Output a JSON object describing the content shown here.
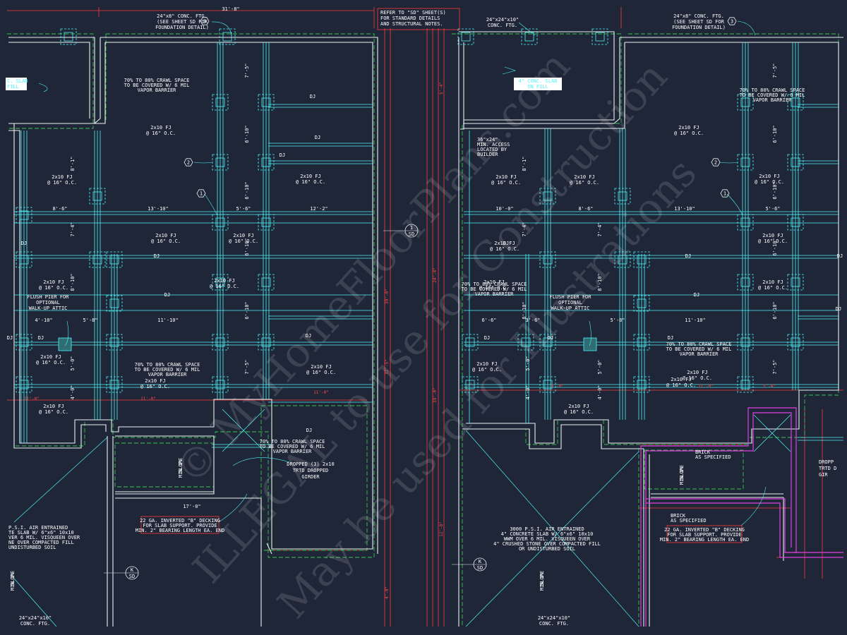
{
  "colors": {
    "background": "#1f2638",
    "cyan": "#4ff3f6",
    "white": "#e8f0f0",
    "green": "#38c24a",
    "red": "#ff3a3a",
    "magenta": "#e040e0"
  },
  "top": {
    "note_refer": [
      "REFER TO \"SD\" SHEET(S)",
      "FOR STANDARD DETAILS",
      "AND STRUCTURAL NOTES."
    ],
    "ftg_left": [
      "24\"x8\" CONC. FTG.",
      "(SEE SHEET SD FOR",
      "FOUNDATION DETAIL)"
    ],
    "ftg_right": [
      "24\"x8\" CONC. FTG.",
      "(SEE SHEET SD FOR",
      "FOUNDATION DETAIL)"
    ],
    "ftg_pier": [
      "24\"x24\"x10\"",
      "CONC. FTG."
    ],
    "tag3": "3"
  },
  "labels": {
    "slab_left": [
      "C. SLAB",
      "FILL"
    ],
    "slab_right": [
      "4\" CONC. SLAB",
      "ON FILL"
    ],
    "crawl": [
      "70% TO 80% CRAWL SPACE",
      "TO BE COVERED W/ 6 MIL",
      "VAPOR BARRIER"
    ],
    "fj_short": [
      "2x10 FJ",
      "@ 16\" O.C."
    ],
    "dj": "DJ",
    "tag1": "1",
    "tag2": "2",
    "flush_pier": [
      "FLUSH PIER FOR",
      "OPTIONAL",
      "WALK-UP ATTIC"
    ],
    "access": [
      "36\"x24\"",
      "MIN. ACCESS",
      "LOCATED BY",
      "BUILDER"
    ],
    "dropped": [
      "DROPPED (3) 2x10",
      "TRTD DROPPED",
      "GIRDER"
    ],
    "dropped_right": [
      "DROPP",
      "TRTD D",
      "GIR"
    ],
    "decking": [
      "22 GA. INVERTED \"B\" DECKING",
      "FOR SLAB SUPPORT. PROVIDE",
      "MIN. 2\" BEARING LENGTH EA. END"
    ],
    "slab_note_right": [
      "3000 P.S.I. AIR ENTRAINED",
      "4\" CONCRETE SLAB W/ 6\"x6\" 10x10",
      "WWM OVER 6 MIL. VISQUEEN OVER",
      "4\" CRUSHED STONE OVER COMPACTED FILL",
      "OR UNDISTURBED SOIL"
    ],
    "slab_note_left": [
      "P.S.I. AIR ENTRAINED",
      "TE SLAB W/ 6\"x6\" 10x10",
      "VER 6 MIL. VISQUEEN OVER",
      "NE OVER COMPACTED FILL",
      "UNDISTURBED SOIL"
    ],
    "slope": [
      "SLOPE",
      "MIN 1%"
    ],
    "brick": [
      "BRICK",
      "AS SPECIFIED"
    ],
    "section_1": {
      "num": "1",
      "sheet": "SD"
    },
    "section_k": {
      "num": "K",
      "sheet": "SD"
    },
    "pier_bottom": [
      "24\"x24\"x10\"",
      "CONC. FTG."
    ]
  },
  "dims": {
    "d8_6": "8'-6\"",
    "d13_10": "13'-10\"",
    "d5_6": "5'-6\"",
    "d12_2": "12'-2\"",
    "d10_0": "10'-0\"",
    "d4_10": "4'-10\"",
    "d5_8": "5'-8\"",
    "d11_10": "11'-10\"",
    "d6_6": "6'-6\"",
    "d3_6": "3'-6\"",
    "d7_5": "7'-5\"",
    "d6_10": "6'-10\"",
    "d8_10": "8'-10\"",
    "d7_4": "7'-4\"",
    "d12_8": "12'-8\"",
    "d11_0": "11'-0\"",
    "d5_0": "5'-0\"",
    "d4_0": "4'-0\"",
    "d17_0": "17'-0\"",
    "d31_8": "31'-8\"",
    "d8_1": "8'-1\"",
    "d5_4": "5'-4\"",
    "d39_0": "39'-0\"",
    "d24_4": "24'-4\"",
    "d4_0b": "4'-0\"",
    "d32_5": "32'-5\""
  },
  "watermark": [
    "© MyHomeFloorPlans.com",
    "ILLEGAL to use for Construction",
    "May be used for Illustrations"
  ]
}
